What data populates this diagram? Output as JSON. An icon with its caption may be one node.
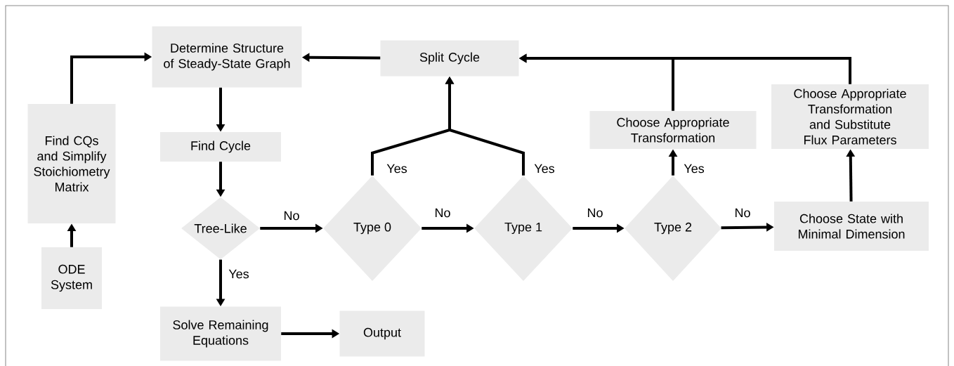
{
  "diagram": {
    "nodes": [
      {
        "text": [
          "ODE System"
        ]
      },
      {
        "text": [
          "Find CQs and Simplify Stoichiometry Matrix"
        ]
      },
      {
        "text": [
          "Determine Structure of Steady-State Graph"
        ]
      },
      {
        "text": [
          "Find Cycle"
        ]
      },
      {
        "text": [
          "Tree-Like"
        ]
      },
      {
        "text": [
          "Solve Remaining Equations"
        ]
      },
      {
        "text": [
          "Output"
        ]
      },
      {
        "text": [
          "Type 0"
        ]
      },
      {
        "text": [
          "Type 1"
        ]
      },
      {
        "text": [
          "Type 2"
        ]
      },
      {
        "text": [
          "Split Cycle"
        ]
      },
      {
        "text": [
          "Choose Appropriate Transformation"
        ]
      },
      {
        "text": [
          "Choose State with Minimal Dimension"
        ]
      },
      {
        "text": [
          "Choose Appropriate Transformation and Substitute Flux Parameters"
        ]
      }
    ],
    "edges": [
      {
        "from": 0,
        "to": 1,
        "arrow": "to"
      },
      {
        "from": 1,
        "to": 2,
        "arrow": "to"
      },
      {
        "from": 2,
        "to": 3,
        "arrow": "to"
      },
      {
        "from": 3,
        "to": 4,
        "arrow": "to"
      },
      {
        "from": 4,
        "to": 5,
        "arrow": "to",
        "label": "Yes"
      },
      {
        "from": 5,
        "to": 6,
        "arrow": "to"
      },
      {
        "from": 4,
        "to": 7,
        "arrow": "to",
        "label": "No"
      },
      {
        "from": 7,
        "to": 8,
        "arrow": "to",
        "label": "No"
      },
      {
        "from": 8,
        "to": 9,
        "arrow": "to",
        "label": "No"
      },
      {
        "from": 9,
        "to": 12,
        "arrow": "to",
        "label": "No"
      },
      {
        "from": 7,
        "to": 10,
        "arrow": "to",
        "label": "Yes"
      },
      {
        "from": 8,
        "to": 10,
        "arrow": "to",
        "label": "Yes"
      },
      {
        "from": 9,
        "to": 11,
        "arrow": "to",
        "label": "Yes"
      },
      {
        "from": 12,
        "to": 13,
        "arrow": "to"
      },
      {
        "from": 11,
        "to": 10,
        "arrow": "to"
      },
      {
        "from": 13,
        "to": 10,
        "arrow": "to"
      },
      {
        "from": 10,
        "to": 2,
        "arrow": "to"
      }
    ]
  }
}
